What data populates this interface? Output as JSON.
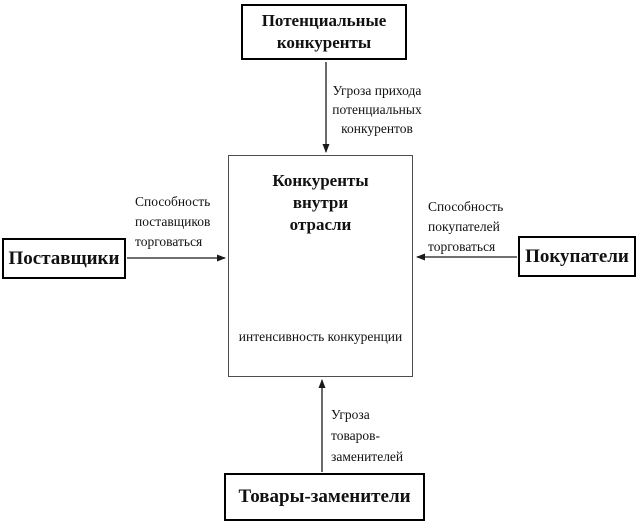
{
  "colors": {
    "background": "#ffffff",
    "box_border": "#000000",
    "center_box_border": "#4d4d4d",
    "line": "#1a1a1a",
    "text": "#111111"
  },
  "boxes": {
    "potential_competitors": {
      "lines": [
        "Потенциальные",
        "конкуренты"
      ]
    },
    "industry_competitors": {
      "title_lines": [
        "Конкуренты",
        "внутри",
        "отрасли"
      ],
      "caption": "интенсивность конкуренции"
    },
    "suppliers": {
      "label": "Поставщики"
    },
    "buyers": {
      "label": "Покупатели"
    },
    "substitutes": {
      "label": "Товары-заменители"
    }
  },
  "arrow_labels": {
    "new_entrants_threat": {
      "lines": [
        "Угроза прихода",
        "потенциальных",
        "конкурентов"
      ]
    },
    "supplier_power": {
      "lines": [
        "Способность",
        "поставщиков",
        "торговаться"
      ]
    },
    "buyer_power": {
      "lines": [
        "Способность",
        "покупателей",
        "торговаться"
      ]
    },
    "substitutes_threat": {
      "lines": [
        "Угроза",
        "товаров-",
        "заменителей"
      ]
    }
  },
  "icons": {
    "arrow_down": "↓",
    "arrow_right": "→",
    "arrow_left": "←",
    "arrow_up": "↑",
    "rivalry_arc": "curved-arrow"
  }
}
